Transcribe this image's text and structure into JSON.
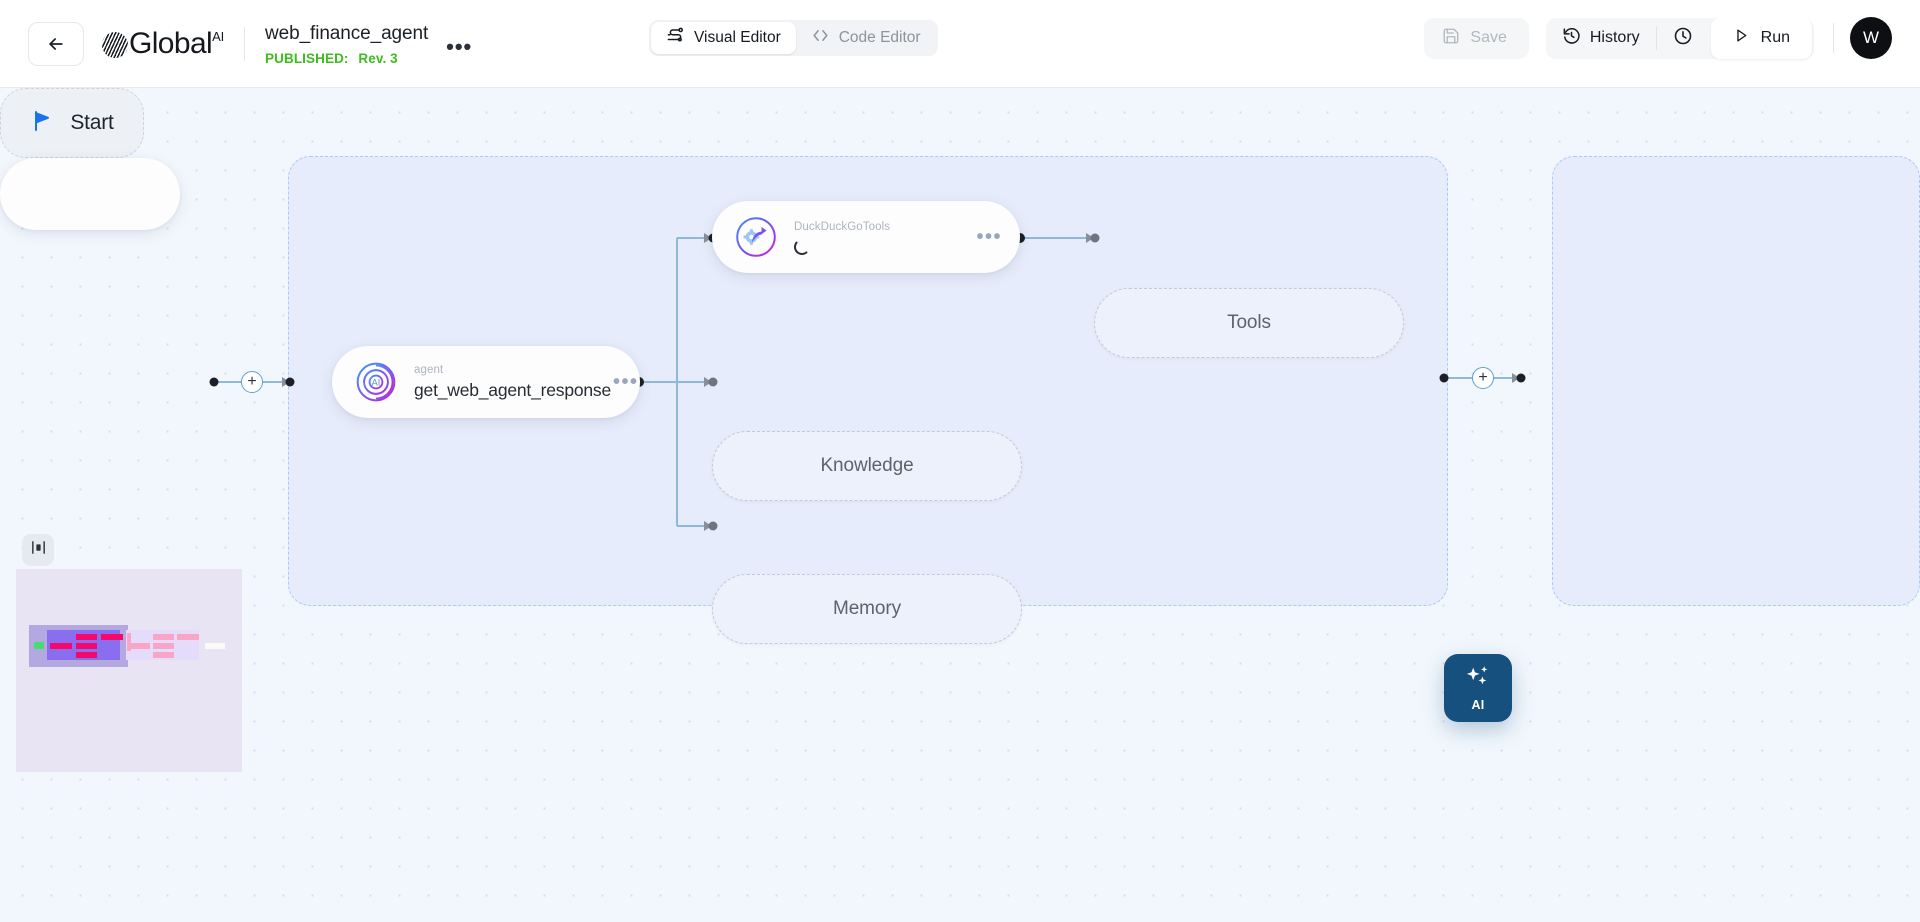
{
  "topbar": {
    "back_icon": "arrow-left-icon",
    "brand_name": "Global",
    "brand_superscript": "AI",
    "doc_title": "web_finance_agent",
    "status_label": "PUBLISHED:",
    "revision": "Rev. 3",
    "more_glyph": "•••",
    "editor_tabs": [
      {
        "label": "Visual Editor",
        "icon": "workflow-route-icon",
        "active": true
      },
      {
        "label": "Code Editor",
        "icon": "code-brackets-icon",
        "active": false
      }
    ],
    "save_label": "Save",
    "save_icon": "floppy-disk-icon",
    "history_label": "History",
    "history_icon": "clock-rewind-icon",
    "schedule_icon": "clock-icon",
    "run_label": "Run",
    "run_icon": "play-triangle-icon",
    "avatar_initial": "W"
  },
  "canvas": {
    "start_node": {
      "label": "Start",
      "icon": "flag-play-icon"
    },
    "agent_node": {
      "kind": "agent",
      "name": "get_web_agent_response",
      "icon": "agent-swirl-icon",
      "more_glyph": "•••"
    },
    "tool_node": {
      "kind": "DuckDuckGoTools",
      "name": "",
      "icon": "tool-gear-arrow-icon",
      "more_glyph": "•••",
      "loading": true
    },
    "slots": [
      {
        "label": "Tools"
      },
      {
        "label": "Knowledge"
      },
      {
        "label": "Memory"
      }
    ],
    "add_edge_glyph": "+",
    "minimap_toggle_icon": "minimap-panel-icon"
  },
  "fab": {
    "label": "AI",
    "icon": "sparkles-icon"
  },
  "colors": {
    "accent_blue": "#1a73e8",
    "published_green": "#3dbc1f",
    "group_fill": "#e6ecfb",
    "group_border": "#a9caf3",
    "canvas_bg": "#f2f7fd",
    "fab_bg": "#16507f",
    "edge_stroke": "#8fb9d9"
  }
}
